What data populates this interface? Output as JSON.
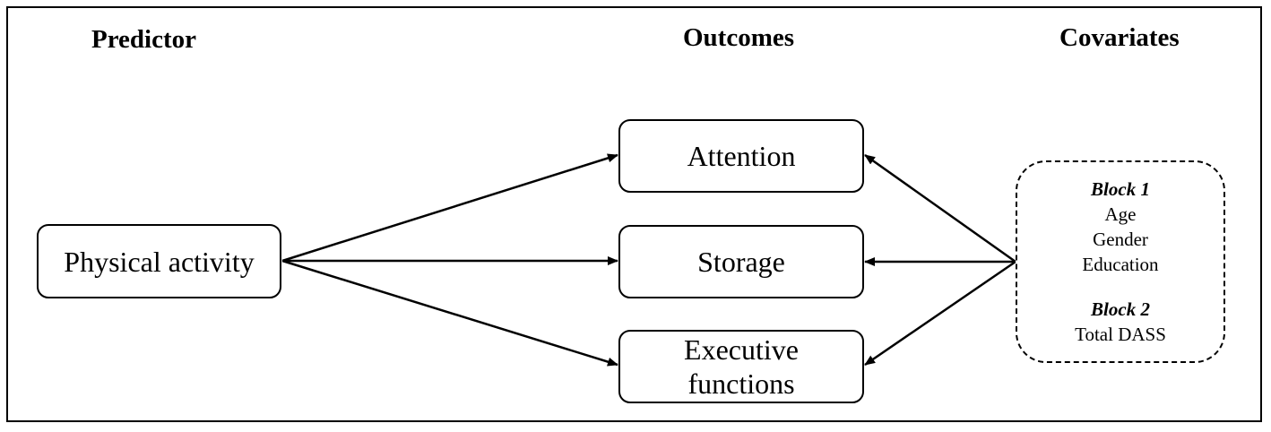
{
  "headings": {
    "predictor": "Predictor",
    "outcomes": "Outcomes",
    "covariates": "Covariates"
  },
  "predictor_box": {
    "label": "Physical activity"
  },
  "outcome_boxes": {
    "attention": "Attention",
    "storage": "Storage",
    "executive_line1": "Executive",
    "executive_line2": "functions"
  },
  "covariates_box": {
    "block1_title": "Block 1",
    "block1_items": [
      "Age",
      "Gender",
      "Education"
    ],
    "block2_title": "Block 2",
    "block2_items": [
      "Total DASS"
    ]
  },
  "colors": {
    "line": "#000000",
    "background": "#ffffff"
  }
}
